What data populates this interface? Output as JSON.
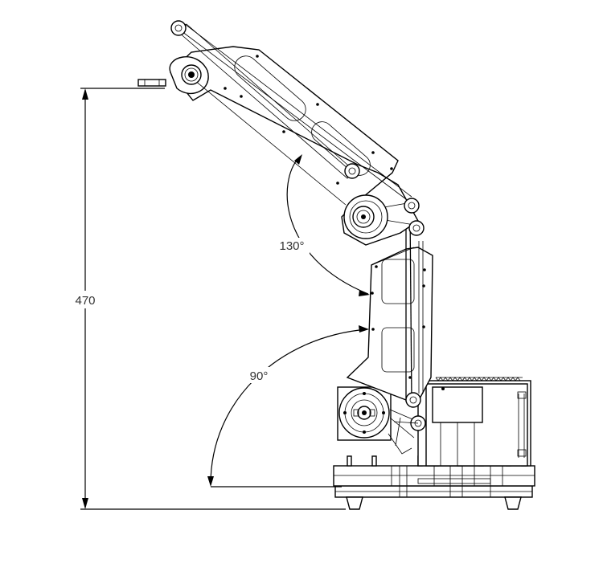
{
  "dimensions": {
    "height_label": "470",
    "upper_angle_label": "130°",
    "lower_angle_label": "90°"
  },
  "colors": {
    "line": "#000000",
    "background": "#ffffff",
    "label": "#333333"
  }
}
